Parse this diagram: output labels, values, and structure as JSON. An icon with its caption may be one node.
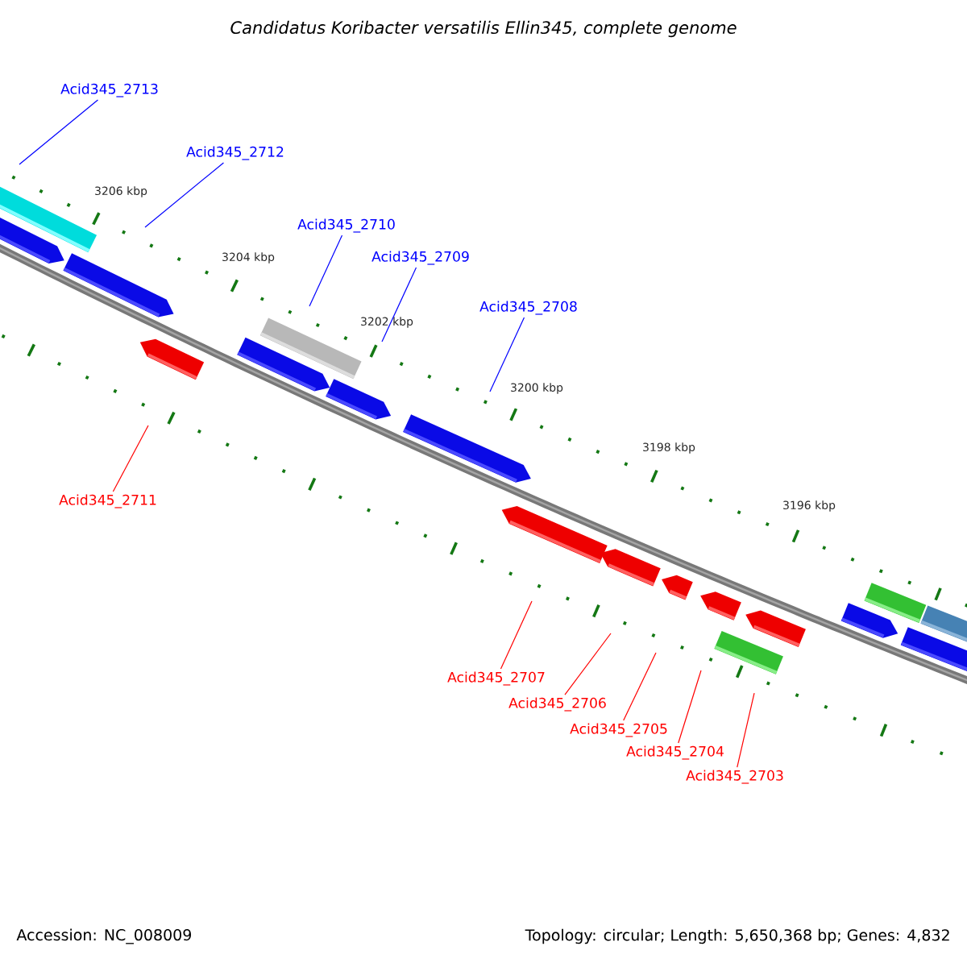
{
  "diagram": {
    "title": "Candidatus Koribacter versatilis Ellin345, complete genome",
    "nodes": [
      {
        "text": [
          "Acid345_2713"
        ]
      },
      {
        "text": [
          "Acid345_2712"
        ]
      },
      {
        "text": [
          "Acid345_2710"
        ]
      },
      {
        "text": [
          "Acid345_2709"
        ]
      },
      {
        "text": [
          "Acid345_2708"
        ]
      },
      {
        "text": [
          "Acid345_2711"
        ]
      },
      {
        "text": [
          "Acid345_2707"
        ]
      },
      {
        "text": [
          "Acid345_2706"
        ]
      },
      {
        "text": [
          "Acid345_2705"
        ]
      },
      {
        "text": [
          "Acid345_2704"
        ]
      },
      {
        "text": [
          "Acid345_2703"
        ]
      }
    ],
    "edges": [
      {
        "from": 0,
        "to": null,
        "arrow": "none",
        "color": "#0000ff"
      },
      {
        "from": 1,
        "to": null,
        "arrow": "none",
        "color": "#0000ff"
      },
      {
        "from": 2,
        "to": null,
        "arrow": "none",
        "color": "#0000ff"
      },
      {
        "from": 3,
        "to": null,
        "arrow": "none",
        "color": "#0000ff"
      },
      {
        "from": 4,
        "to": null,
        "arrow": "none",
        "color": "#0000ff"
      },
      {
        "from": 5,
        "to": null,
        "arrow": "none"
      },
      {
        "from": 6,
        "to": null,
        "arrow": "none"
      },
      {
        "from": 7,
        "to": null,
        "arrow": "none"
      },
      {
        "from": 8,
        "to": null,
        "arrow": "none"
      },
      {
        "from": 9,
        "to": null,
        "arrow": "none"
      },
      {
        "from": 10,
        "to": null,
        "arrow": "none"
      }
    ],
    "labels": [
      "3206 kbp",
      "3204 kbp",
      "3202 kbp",
      "3200 kbp",
      "3198 kbp",
      "3196 kbp",
      "Accession: NC_008009",
      "Topology: circular; Length: 5,650,368 bp; Genes: 4,832"
    ]
  }
}
